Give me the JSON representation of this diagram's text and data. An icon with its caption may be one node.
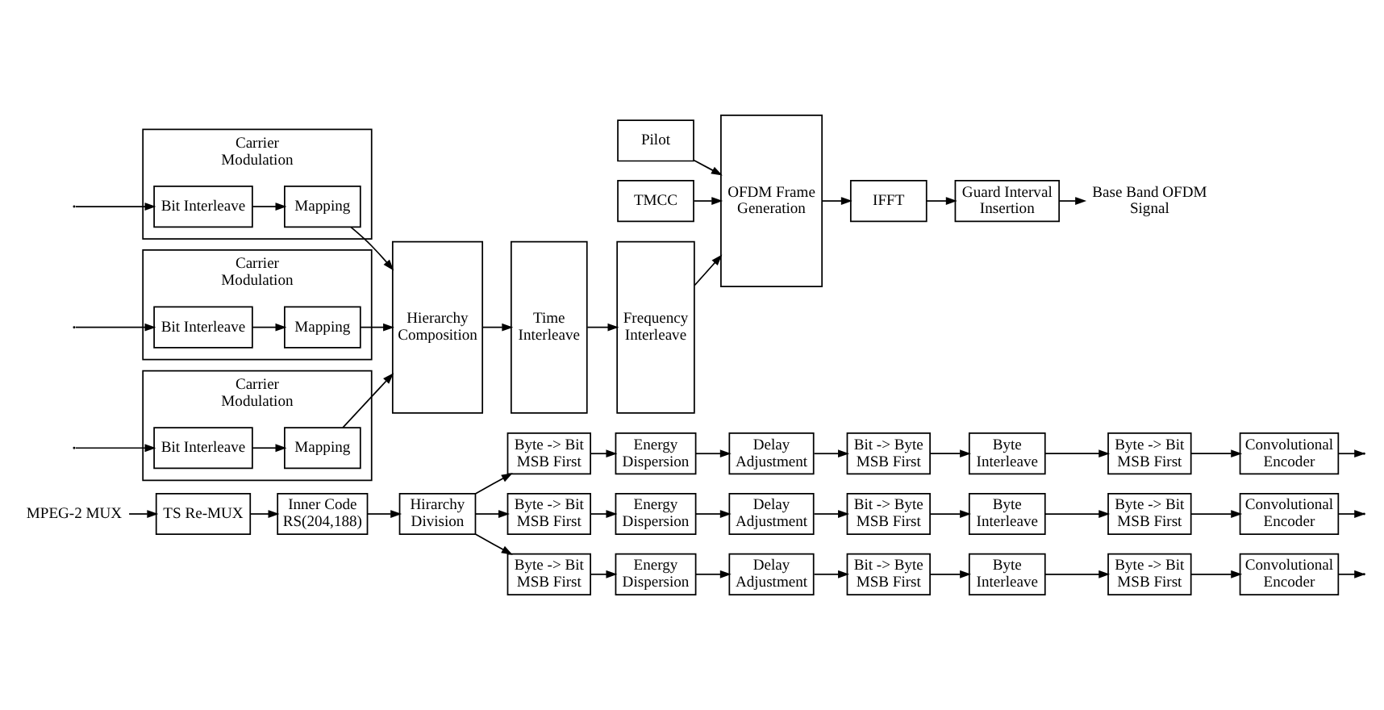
{
  "diagram": {
    "nodes": [
      {
        "text": [
          "MPEG-2 MUX"
        ]
      },
      {
        "text": [
          "TS Re-MUX"
        ]
      },
      {
        "text": [
          "Inner Code RS(204,188)"
        ]
      },
      {
        "text": [
          "Hirarchy Division"
        ]
      },
      {
        "text": [
          "Byte -> Bit MSB First"
        ]
      },
      {
        "text": [
          "Energy Dispersion"
        ]
      },
      {
        "text": [
          "Delay Adjustment"
        ]
      },
      {
        "text": [
          "Bit -> Byte MSB First"
        ]
      },
      {
        "text": [
          "Byte Interleave"
        ]
      },
      {
        "text": [
          "Byte -> Bit MSB First"
        ]
      },
      {
        "text": [
          "Convolutional Encoder"
        ]
      },
      {
        "text": [
          "Byte -> Bit MSB First"
        ]
      },
      {
        "text": [
          "Energy Dispersion"
        ]
      },
      {
        "text": [
          "Delay Adjustment"
        ]
      },
      {
        "text": [
          "Bit -> Byte MSB First"
        ]
      },
      {
        "text": [
          "Byte Interleave"
        ]
      },
      {
        "text": [
          "Byte -> Bit MSB First"
        ]
      },
      {
        "text": [
          "Convolutional Encoder"
        ]
      },
      {
        "text": [
          "Byte -> Bit MSB First"
        ]
      },
      {
        "text": [
          "Energy Dispersion"
        ]
      },
      {
        "text": [
          "Delay Adjustment"
        ]
      },
      {
        "text": [
          "Bit -> Byte MSB First"
        ]
      },
      {
        "text": [
          "Byte Interleave"
        ]
      },
      {
        "text": [
          "Byte -> Bit MSB First"
        ]
      },
      {
        "text": [
          "Convolutional Encoder"
        ]
      },
      {
        "text": [
          "Carrier Modulation"
        ]
      },
      {
        "text": [
          "Bit Interleave"
        ],
        "in": 25
      },
      {
        "text": [
          "Mapping"
        ],
        "in": 25
      },
      {
        "text": [
          "Carrier Modulation"
        ]
      },
      {
        "text": [
          "Bit Interleave"
        ],
        "in": 28
      },
      {
        "text": [
          "Mapping"
        ],
        "in": 28
      },
      {
        "text": [
          "Carrier Modulation"
        ]
      },
      {
        "text": [
          "Bit Interleave"
        ],
        "in": 31
      },
      {
        "text": [
          "Mapping"
        ],
        "in": 31
      },
      {
        "text": [
          "Hierarchy Composition"
        ]
      },
      {
        "text": [
          "Time Interleave"
        ]
      },
      {
        "text": [
          "Frequency Interleave"
        ]
      },
      {
        "text": [
          "OFDM Frame Generation"
        ]
      },
      {
        "text": [
          "IFFT"
        ]
      },
      {
        "text": [
          "Guard Interval Insertion"
        ]
      },
      {
        "text": [
          "Base Band OFDM Signal"
        ]
      },
      {
        "text": [
          "Pilot"
        ]
      },
      {
        "text": [
          "TMCC"
        ]
      }
    ],
    "edges": [
      {
        "from": 0,
        "to": 1,
        "arrow": "to"
      },
      {
        "from": 1,
        "to": 2,
        "arrow": "to"
      },
      {
        "from": 2,
        "to": 3,
        "arrow": "to"
      },
      {
        "from": 3,
        "to": 4,
        "arrow": "to"
      },
      {
        "from": 3,
        "to": 11,
        "arrow": "to"
      },
      {
        "from": 3,
        "to": 18,
        "arrow": "to"
      },
      {
        "from": 4,
        "to": 5,
        "arrow": "to"
      },
      {
        "from": 5,
        "to": 6,
        "arrow": "to"
      },
      {
        "from": 6,
        "to": 7,
        "arrow": "to"
      },
      {
        "from": 7,
        "to": 8,
        "arrow": "to"
      },
      {
        "from": 8,
        "to": 9,
        "arrow": "to"
      },
      {
        "from": 9,
        "to": 10,
        "arrow": "to"
      },
      {
        "from": 10,
        "to": null,
        "arrow": "to"
      },
      {
        "from": 11,
        "to": 12,
        "arrow": "to"
      },
      {
        "from": 12,
        "to": 13,
        "arrow": "to"
      },
      {
        "from": 13,
        "to": 14,
        "arrow": "to"
      },
      {
        "from": 14,
        "to": 15,
        "arrow": "to"
      },
      {
        "from": 15,
        "to": 16,
        "arrow": "to"
      },
      {
        "from": 16,
        "to": 17,
        "arrow": "to"
      },
      {
        "from": 17,
        "to": null,
        "arrow": "to"
      },
      {
        "from": 18,
        "to": 19,
        "arrow": "to"
      },
      {
        "from": 19,
        "to": 20,
        "arrow": "to"
      },
      {
        "from": 20,
        "to": 21,
        "arrow": "to"
      },
      {
        "from": 21,
        "to": 22,
        "arrow": "to"
      },
      {
        "from": 22,
        "to": 23,
        "arrow": "to"
      },
      {
        "from": 23,
        "to": 24,
        "arrow": "to"
      },
      {
        "from": 24,
        "to": null,
        "arrow": "to"
      },
      {
        "from": null,
        "to": 26,
        "arrow": "to"
      },
      {
        "from": 26,
        "to": 27,
        "arrow": "to"
      },
      {
        "from": 27,
        "to": 34,
        "arrow": "to"
      },
      {
        "from": null,
        "to": 29,
        "arrow": "to"
      },
      {
        "from": 29,
        "to": 30,
        "arrow": "to"
      },
      {
        "from": 30,
        "to": 34,
        "arrow": "to"
      },
      {
        "from": null,
        "to": 32,
        "arrow": "to"
      },
      {
        "from": 32,
        "to": 33,
        "arrow": "to"
      },
      {
        "from": 33,
        "to": 34,
        "arrow": "to"
      },
      {
        "from": 34,
        "to": 35,
        "arrow": "to"
      },
      {
        "from": 35,
        "to": 36,
        "arrow": "to"
      },
      {
        "from": 36,
        "to": 37,
        "arrow": "to"
      },
      {
        "from": 41,
        "to": 37,
        "arrow": "to"
      },
      {
        "from": 42,
        "to": 37,
        "arrow": "to"
      },
      {
        "from": 37,
        "to": 38,
        "arrow": "to"
      },
      {
        "from": 38,
        "to": 39,
        "arrow": "to"
      },
      {
        "from": 39,
        "to": 40,
        "arrow": "to"
      }
    ]
  }
}
